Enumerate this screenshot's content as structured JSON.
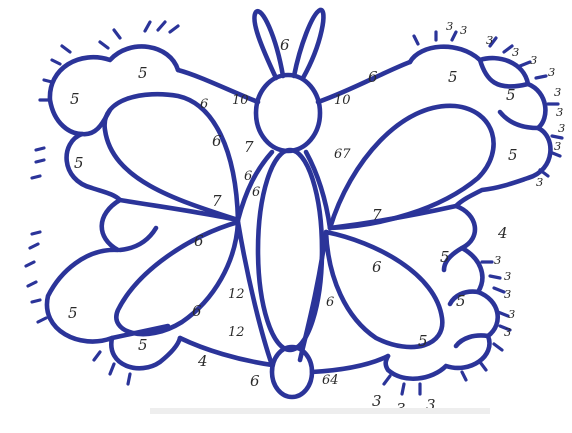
{
  "counts": {
    "six": "6",
    "ten": "10",
    "seven": "7",
    "sixtyseven": "67",
    "twelve": "12",
    "sixtyfour": "64",
    "four": "4",
    "five": "5",
    "three": "3"
  },
  "ink_color": "#2b3499"
}
